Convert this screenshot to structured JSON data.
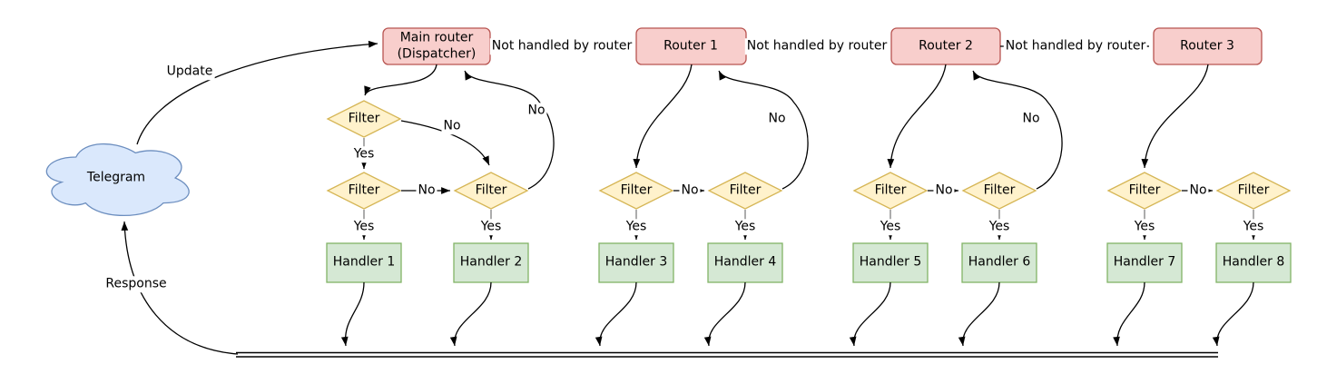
{
  "nodes": {
    "telegram": "Telegram",
    "main_router": "Main router (Dispatcher)",
    "routers": [
      "Router 1",
      "Router 2",
      "Router 3"
    ],
    "filter_label": "Filter",
    "handlers": [
      "Handler 1",
      "Handler 2",
      "Handler 3",
      "Handler 4",
      "Handler 5",
      "Handler 6",
      "Handler 7",
      "Handler 8"
    ]
  },
  "edge_labels": {
    "update": "Update",
    "response": "Response",
    "not_handled": "Not handled by router",
    "yes": "Yes",
    "no": "No"
  },
  "colors": {
    "cloud_fill": "#dae8fc",
    "cloud_stroke": "#6c8ebf",
    "router_fill": "#f8cecc",
    "router_stroke": "#b85450",
    "filter_fill": "#fff2cc",
    "filter_stroke": "#d6b656",
    "handler_fill": "#d5e8d4",
    "handler_stroke": "#82b366",
    "edge": "#000000",
    "stub": "#808080"
  }
}
